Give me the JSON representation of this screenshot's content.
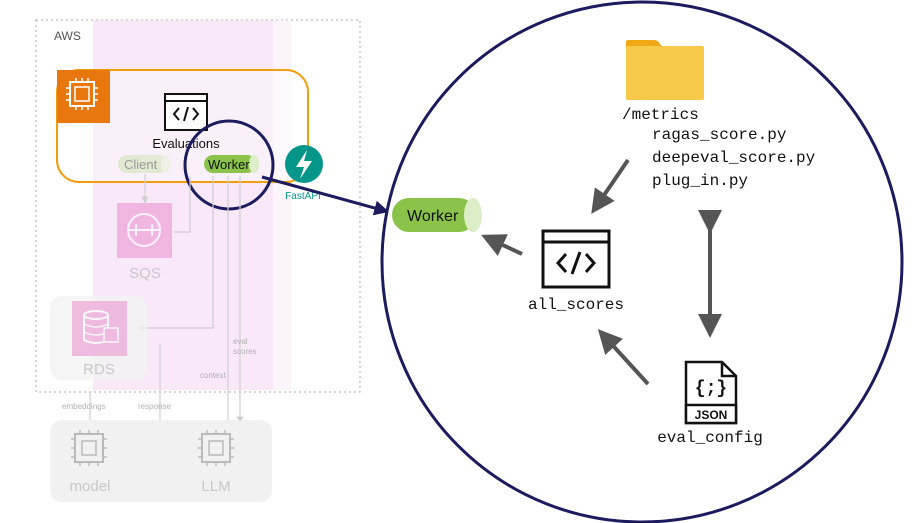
{
  "aws": {
    "label": "AWS",
    "evaluations_label": "Evaluations",
    "client_label": "Client",
    "worker_label": "Worker",
    "fastapi_label": "FastAPI",
    "sqs_label": "SQS",
    "rds_label": "RDS",
    "context_label": "context",
    "eval_scores_label_line1": "eval",
    "eval_scores_label_line2": "scores"
  },
  "compute": {
    "embeddings_label": "embeddings",
    "response_label": "response",
    "model_label": "model",
    "llm_label": "LLM"
  },
  "zoom": {
    "worker_label": "Worker",
    "metrics_folder": "/metrics",
    "metric_files": [
      "ragas_score.py",
      "deepeval_score.py",
      "plug_in.py"
    ],
    "all_scores_label": "all_scores",
    "eval_config_label": "eval_config",
    "json_badge": "JSON",
    "json_glyph": "{;}"
  },
  "colors": {
    "orange": "#f29d0c",
    "ec2_orange": "#e8770d",
    "navy": "#1b1b5e",
    "green": "#8bc34a",
    "teal": "#049688",
    "magenta_faint": "#f3d5f3",
    "folder": "#f7c948",
    "arrow_gray": "#555555"
  }
}
